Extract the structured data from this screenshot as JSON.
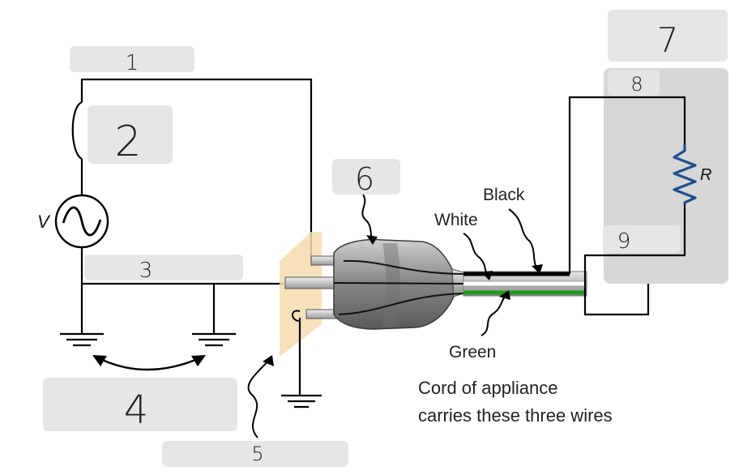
{
  "labels": {
    "n1": "1",
    "n2": "2",
    "n3": "3",
    "n4": "4",
    "n5": "5",
    "n6": "6",
    "n7": "7",
    "n8": "8",
    "n9": "9"
  },
  "symbols": {
    "voltage": "V",
    "resistor": "R",
    "ac_glyph": "~"
  },
  "wire_labels": {
    "black": "Black",
    "white": "White",
    "green": "Green"
  },
  "caption": {
    "line1": "Cord of appliance",
    "line2": "carries these three wires"
  },
  "colors": {
    "label_box": "#e6e6e6",
    "appliance_box": "#d7d7d7",
    "wire": "#000000",
    "green_wire": "#1f9a1f",
    "resistor": "#1f4f8f",
    "outlet": "#f6dcae"
  }
}
